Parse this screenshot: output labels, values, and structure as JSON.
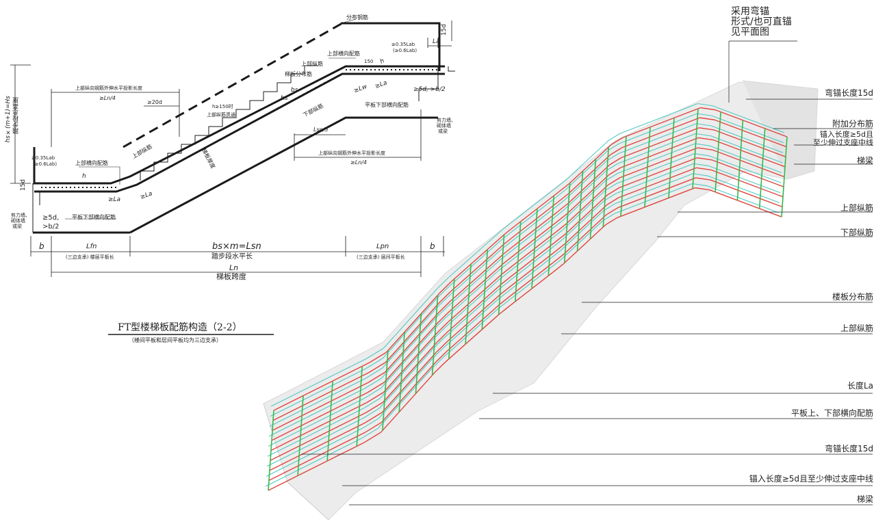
{
  "section_drawing": {
    "title": "FT型楼梯板配筋构造（2-2）",
    "subtitle": "（楼间平板和层间平板均为三边支承）",
    "labels": {
      "dist_bar_top": "分布钢筋",
      "top_long_bar_1": "上部纵筋",
      "top_trans_bar_right": "上部横向配筋",
      "top_long_bar_2": "上部纵筋",
      "slab_dist_bar": "梯板分布筋",
      "bottom_long_bar": "下部纵筋",
      "bottom_trans_bar_right": "平板下部横向配筋",
      "top_long_ext_left": "上部纵向钢筋外伸水平投影长度",
      "ln4_left": "≥Ln/4",
      "d20": "≥20d",
      "h150": "h≥150时",
      "top_long_through": "上部纵筋贯通",
      "top_long_bar_mid": "上部纵筋",
      "slab_thickness": "梯板厚度",
      "top_trans_bar_left": "上部横向配筋",
      "bottom_trans_bar_left": "平板下部横向配筋",
      "la_left_1": "≥La",
      "la_left_2": "≥La",
      "lab_left": "≥0.35Lab",
      "lab_left_alt": "(≥0.6Lab)",
      "lab_right": "≥0.35Lab",
      "lab_right_alt": "(≥0.6Lab)",
      "la_top": "La",
      "d15_right": "15d",
      "d15_left": "15d",
      "dim_150": "150",
      "h_right": "h",
      "h_left": "h",
      "bs_label": "bs",
      "hs_label": "hs",
      "lw_right": "≥Lw",
      "la_right": "≥La",
      "d5_right": "≥5d, >b/2",
      "lsn5": "Lsn/5",
      "top_long_ext_right": "上部纵向钢筋外伸水平投影长度",
      "ln4_right": "≥Ln/4",
      "wall_right_1": "剪力墙、",
      "wall_right_2": "砌体墙",
      "wall_right_3": "或梁",
      "wall_left_1": "剪力墙、",
      "wall_left_2": "砌体墙",
      "wall_left_3": "或梁",
      "d5_left_1": "≥5d,",
      "d5_left_2": ">b/2",
      "vert_dim_1": "hs×(m+1)=Hs",
      "vert_dim_2": "踏步段总高度",
      "dim_b_left": "b",
      "dim_lfn": "Lfn",
      "dim_lfn_note": "(三边支承) 楼层平板长",
      "dim_bsm": "bs×m=Lsn",
      "dim_bsm_note": "踏步段水平长",
      "dim_lpn": "Lpn",
      "dim_lpn_note": "(三边支承) 层间平板长",
      "dim_b_right": "b",
      "dim_ln": "Ln",
      "dim_ln_note": "梯板跨度"
    }
  },
  "iso_drawing": {
    "callout_top_1": "采用弯锚",
    "callout_top_2": "形式/也可直锚",
    "callout_top_3": "见平面图",
    "callouts": [
      "弯锚长度15d",
      "附加分布筋",
      "锚入长度≥5d且",
      "至少伸过支座中线",
      "梯梁",
      "上部纵筋",
      "下部纵筋",
      "楼板分布筋",
      "上部纵筋",
      "长度La",
      "平板上、下部横向配筋",
      "弯锚长度15d",
      "锚入长度≥5d且至少伸过支座中线",
      "梯梁"
    ]
  },
  "colors": {
    "ink": "#1a1a1a",
    "rebar_red": "#e0443c",
    "rebar_green": "#35b84a",
    "rebar_cyan": "#4fc9c0",
    "concrete": "#e6e6e6"
  }
}
